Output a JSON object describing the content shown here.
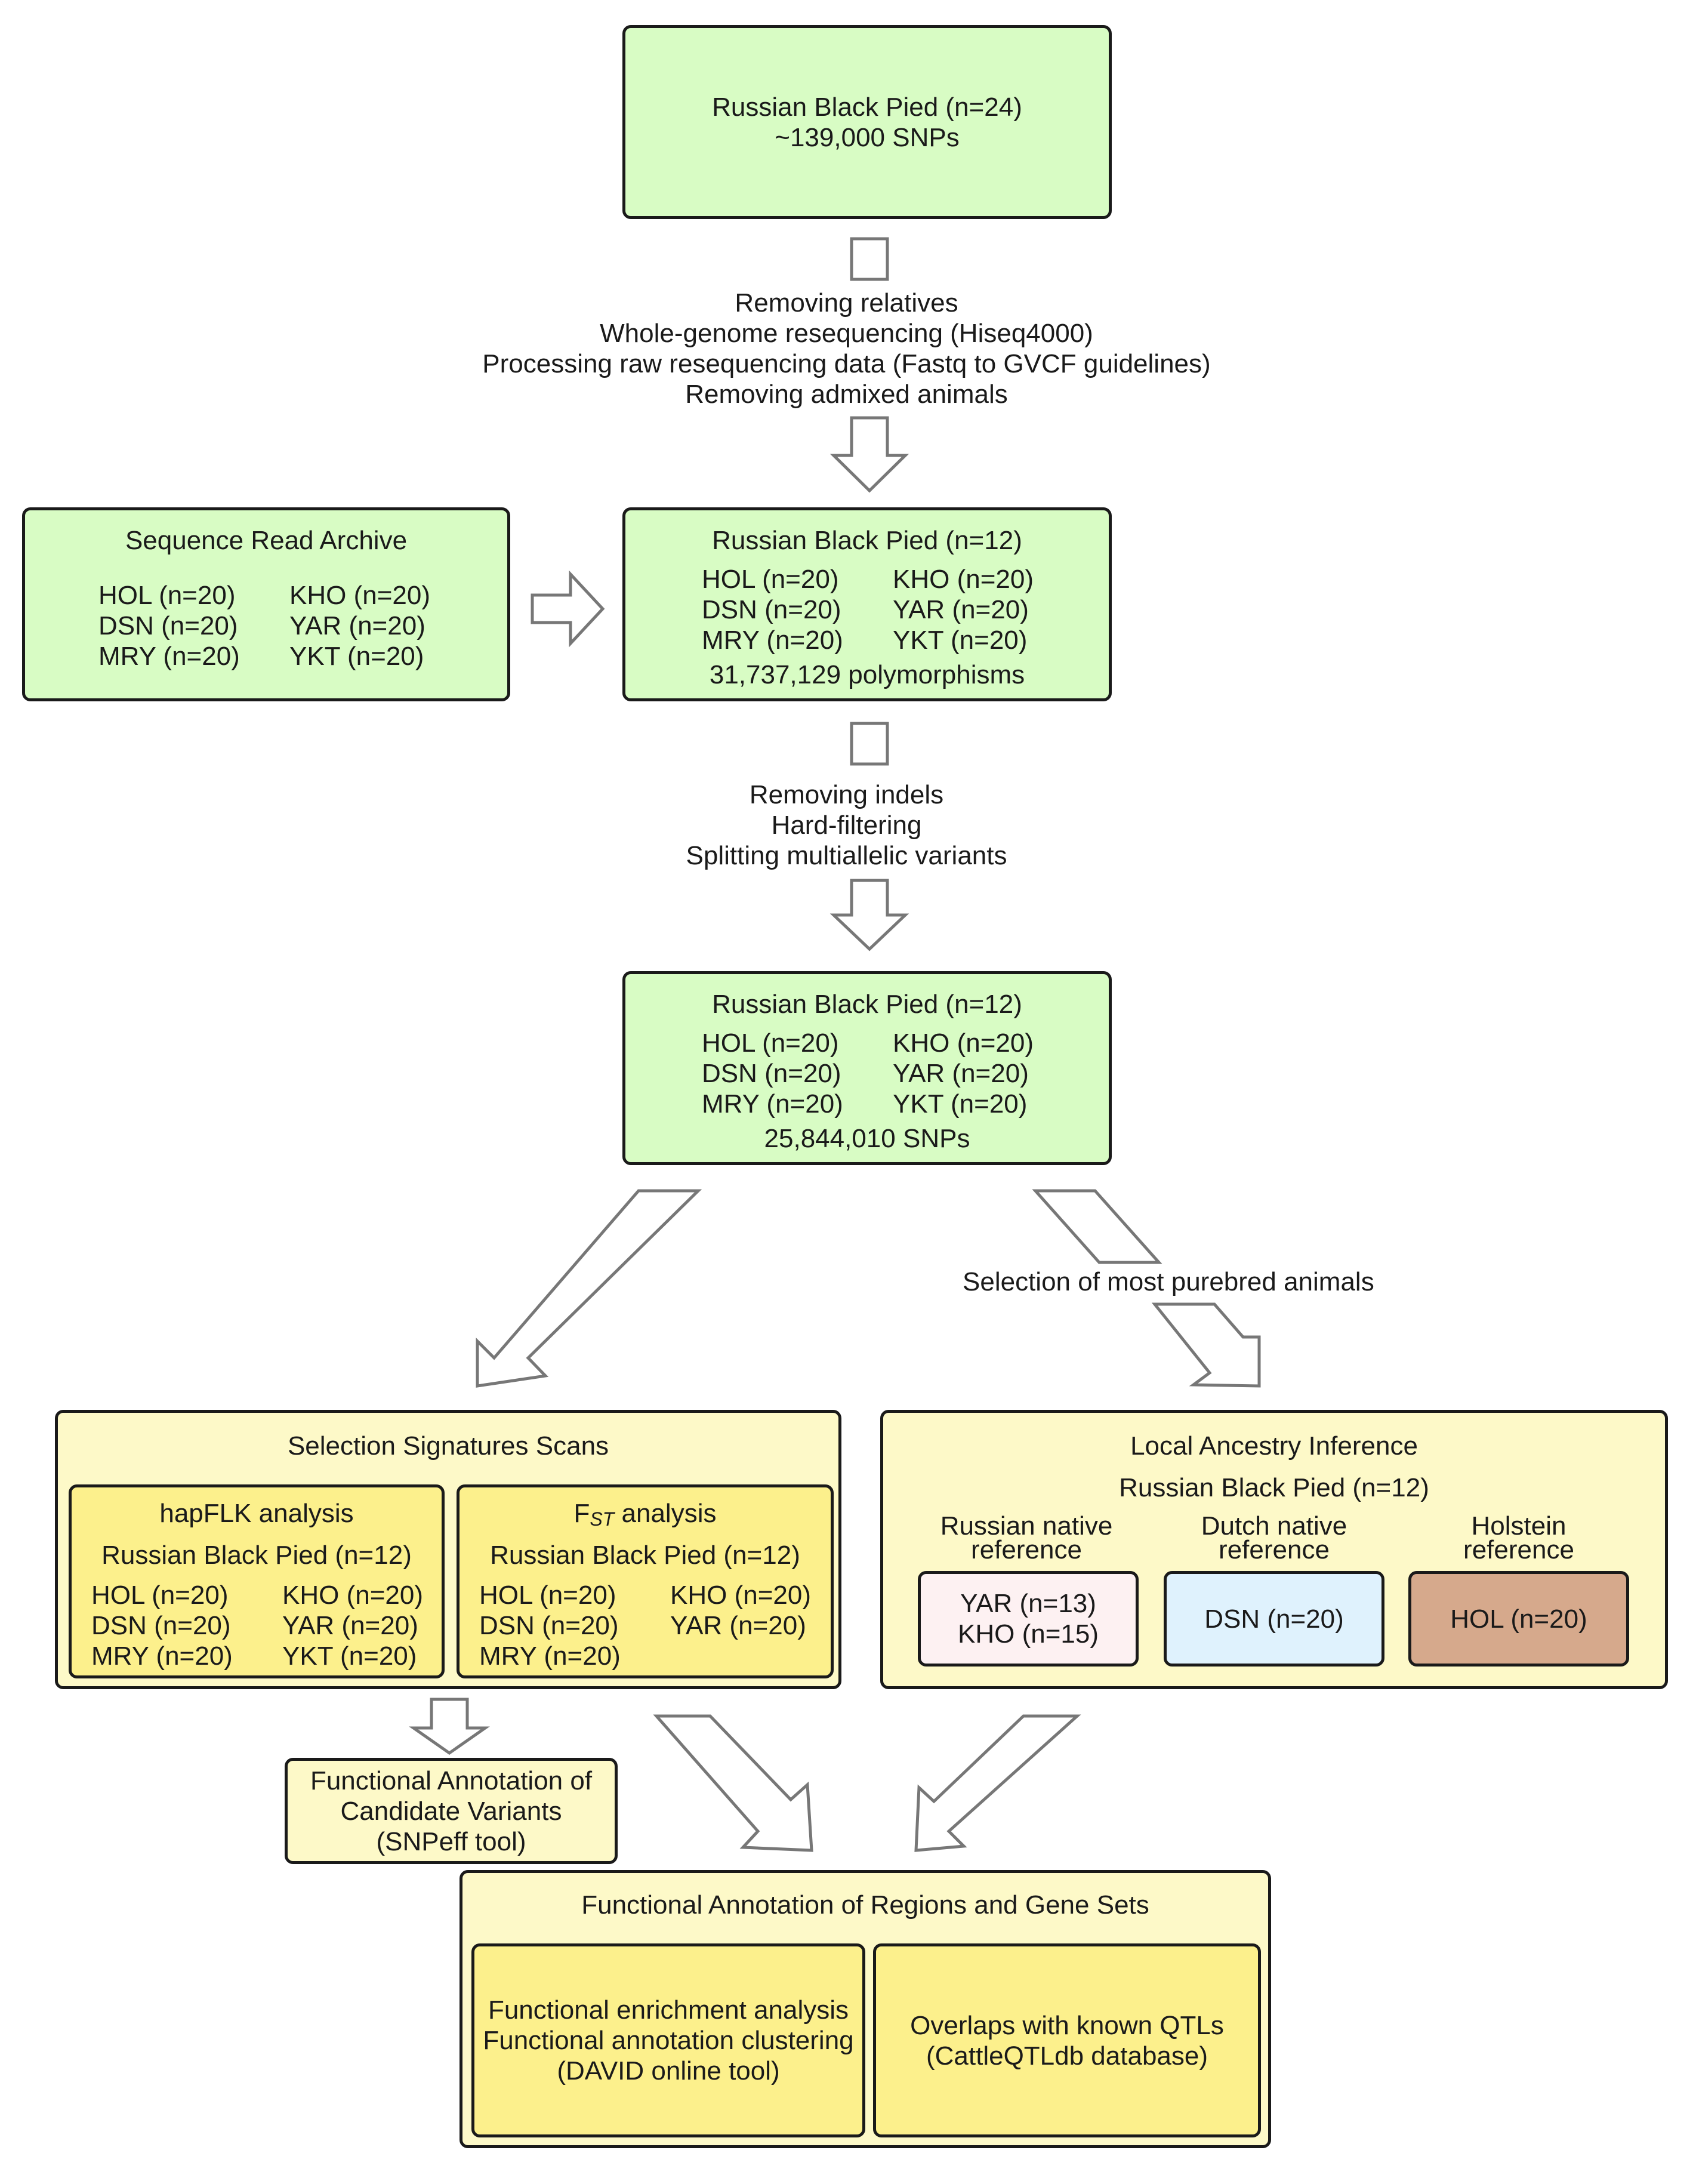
{
  "top_box": {
    "line1": "Russian Black Pied (n=24)",
    "line2": "~139,000 SNPs"
  },
  "step1": [
    "Removing relatives",
    "Whole-genome resequencing (Hiseq4000)",
    "Processing raw resequencing data (Fastq to GVCF guidelines)",
    "Removing admixed animals"
  ],
  "sra_box": {
    "title": "Sequence Read Archive",
    "left": [
      "HOL (n=20)",
      "DSN (n=20)",
      "MRY (n=20)"
    ],
    "right": [
      "KHO (n=20)",
      "YAR (n=20)",
      "YKT (n=20)"
    ]
  },
  "box2": {
    "title": "Russian Black Pied (n=12)",
    "left": [
      "HOL (n=20)",
      "DSN (n=20)",
      "MRY (n=20)"
    ],
    "right": [
      "KHO (n=20)",
      "YAR (n=20)",
      "YKT (n=20)"
    ],
    "footer": "31,737,129 polymorphisms"
  },
  "step2": [
    "Removing indels",
    "Hard-filtering",
    "Splitting multiallelic variants"
  ],
  "box3": {
    "title": "Russian Black Pied (n=12)",
    "left": [
      "HOL (n=20)",
      "DSN (n=20)",
      "MRY (n=20)"
    ],
    "right": [
      "KHO (n=20)",
      "YAR (n=20)",
      "YKT (n=20)"
    ],
    "footer": "25,844,010 SNPs"
  },
  "purebred_label": "Selection of most purebred animals",
  "selection_scans": {
    "title": "Selection Signatures Scans",
    "hapflk": {
      "title": "hapFLK analysis",
      "subtitle": "Russian Black Pied (n=12)",
      "left": [
        "HOL (n=20)",
        "DSN (n=20)",
        "MRY (n=20)"
      ],
      "right": [
        "KHO (n=20)",
        "YAR (n=20)",
        "YKT (n=20)"
      ]
    },
    "fst": {
      "title_main": "F",
      "title_sub": "ST",
      "title_rest": " analysis",
      "subtitle": "Russian Black Pied (n=12)",
      "left": [
        "HOL (n=20)",
        "DSN (n=20)",
        "MRY (n=20)"
      ],
      "right": [
        "KHO (n=20)",
        "YAR (n=20)"
      ]
    }
  },
  "local_ancestry": {
    "title": "Local Ancestry Inference",
    "subtitle": "Russian Black Pied (n=12)",
    "refs": [
      {
        "label1": "Russian native",
        "label2": "reference",
        "values": [
          "YAR (n=13)",
          "KHO (n=15)"
        ]
      },
      {
        "label1": "Dutch native",
        "label2": "reference",
        "values": [
          "DSN (n=20)"
        ]
      },
      {
        "label1": "Holstein",
        "label2": "reference",
        "values": [
          "HOL (n=20)"
        ]
      }
    ]
  },
  "candidate_variants": [
    "Functional Annotation of",
    "Candidate Variants",
    "(SNPeff tool)"
  ],
  "regions": {
    "title": "Functional Annotation of Regions and Gene Sets",
    "left": [
      "Functional enrichment analysis",
      "Functional annotation clustering",
      "(DAVID online tool)"
    ],
    "right": [
      "Overlaps with known QTLs",
      "(CattleQTLdb database)"
    ]
  }
}
